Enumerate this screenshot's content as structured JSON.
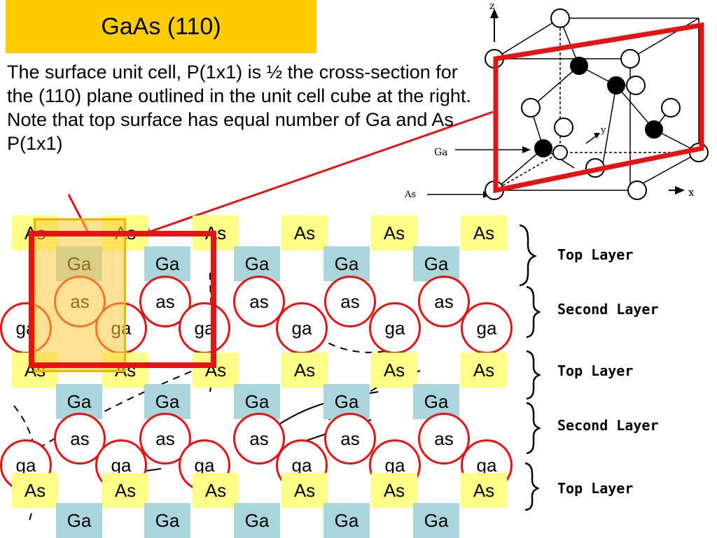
{
  "title": "GaAs (110)",
  "description": "The surface unit cell, P(1x1) is ½ the cross-section for the (110) plane outlined in the unit cell cube at the right. Note that top surface has equal number of Ga and As P(1x1)",
  "cube": {
    "axis_z": "z",
    "axis_y": "y",
    "axis_x": "x",
    "pointer_ga": "Ga",
    "pointer_as": "As"
  },
  "labels": {
    "top_as": "As",
    "top_ga": "Ga",
    "second_as": "as",
    "second_ga": "ga"
  },
  "layers": [
    "Top Layer",
    "Second Layer",
    "Top Layer",
    "Second Layer",
    "Top Layer"
  ],
  "colors": {
    "title_bg": "#ffcc00",
    "as_bg": "#ffff88",
    "ga_bg": "#a9d6dc",
    "outline": "#e31414",
    "highlight": "#ffc83c"
  }
}
